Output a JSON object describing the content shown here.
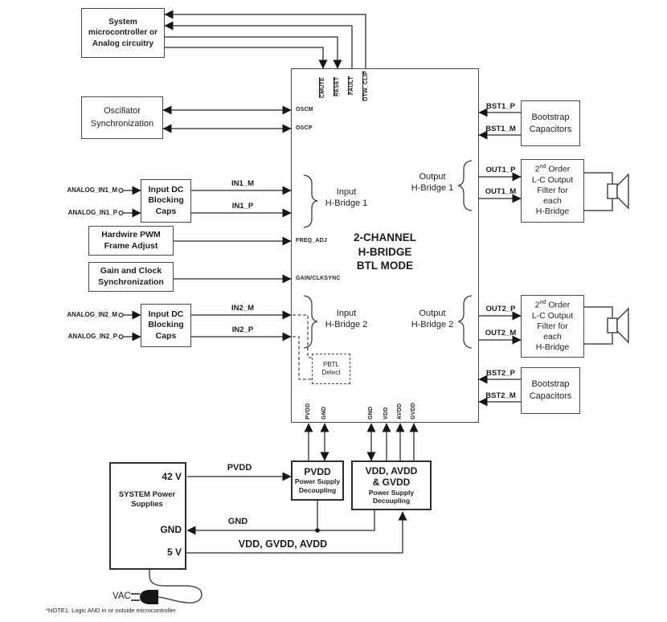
{
  "micro": {
    "label": "System\nmicrocontroller or\nAnalog circuitry"
  },
  "oscillator": {
    "label": "Oscillator\nSynchronization"
  },
  "hardwire": {
    "label": "Hardwire PWM\nFrame Adjust"
  },
  "gain_clock": {
    "label": "Gain and Clock\nSynchronization"
  },
  "input_caps": {
    "label": "Input DC\nBlocking\nCaps"
  },
  "analog": {
    "in1_m": "ANALOG_IN1_M",
    "in1_p": "ANALOG_IN1_P",
    "in2_m": "ANALOG_IN2_M",
    "in2_p": "ANALOG_IN2_P"
  },
  "ic": {
    "title": "2-CHANNEL\nH-BRIDGE\nBTL MODE",
    "top_pins": [
      "CMUTE",
      "RESET",
      "FAULT",
      "OTW_CLIP"
    ],
    "pins": {
      "oscm": "OSCM",
      "oscp": "OSCP",
      "freq_adj": "FREQ_ADJ",
      "gain_clksync": "GAIN/CLKSYNC"
    },
    "bottom_pins": [
      "PVDD",
      "GND",
      "GND",
      "VDD",
      "AVDD",
      "GVDD"
    ],
    "input_bridge1": "Input\nH-Bridge 1",
    "output_bridge1": "Output\nH-Bridge 1",
    "input_bridge2": "Input\nH-Bridge 2",
    "output_bridge2": "Output\nH-Bridge 2",
    "pbtl": "PBTL\nDetect"
  },
  "signals": {
    "in1_m": "IN1_M",
    "in1_p": "IN1_P",
    "in2_m": "IN2_M",
    "in2_p": "IN2_P",
    "out1_p": "OUT1_P",
    "out1_m": "OUT1_M",
    "out2_p": "OUT2_P",
    "out2_m": "OUT2_M",
    "bst1_p": "BST1_P",
    "bst1_m": "BST1_M",
    "bst2_p": "BST2_P",
    "bst2_m": "BST2_M"
  },
  "bootstrap": {
    "label": "Bootstrap\nCapacitors"
  },
  "filter": {
    "l1a": "2",
    "l1sup": "nd",
    "l1b": " Order",
    "rest": "L-C Output\nFilter for\neach\nH-Bridge"
  },
  "decoupling": {
    "pvdd": {
      "title": "PVDD",
      "subtitle": "Power Supply\nDecoupling"
    },
    "vdd": {
      "title": "VDD, AVDD\n& GVDD",
      "subtitle": "Power Supply\nDecoupling"
    }
  },
  "system": {
    "label": "SYSTEM Power\nSupplies",
    "v42": "42 V",
    "gnd": "GND",
    "v5": "5 V",
    "vac": "VAC"
  },
  "wires": {
    "pvdd": "PVDD",
    "gnd": "GND",
    "vdd_rail": "VDD, GVDD, AVDD"
  },
  "note": "*NOTE1: Logic AND in or outside microcontroller"
}
